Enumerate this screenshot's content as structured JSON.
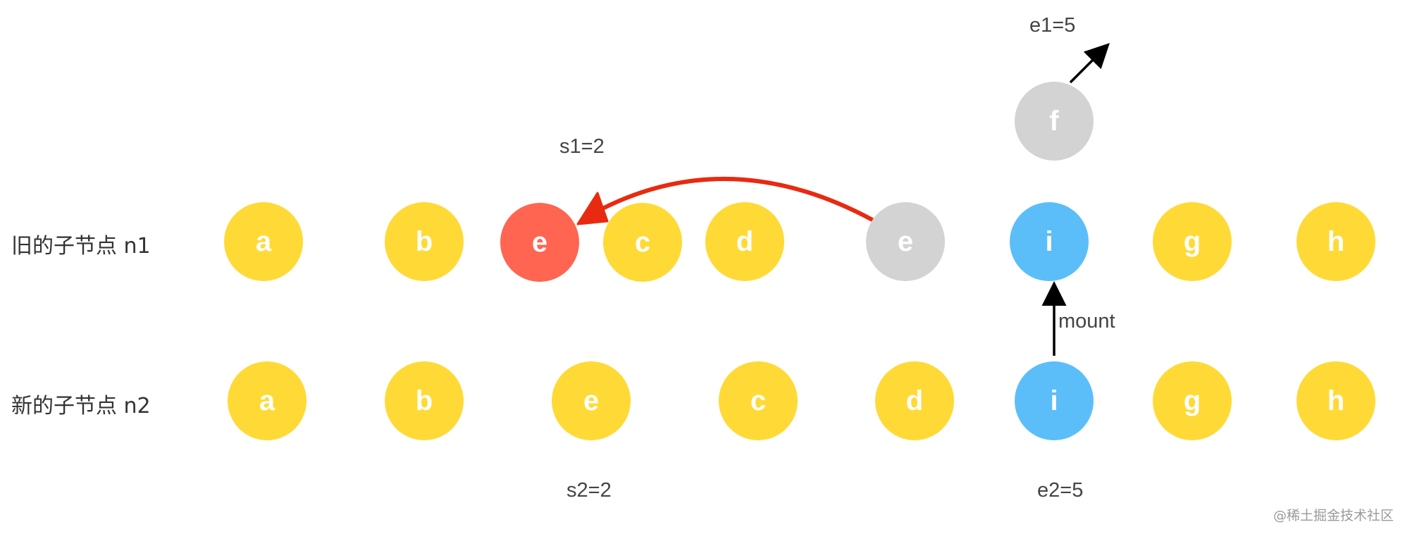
{
  "colors": {
    "yellow": "#FFDA36",
    "gray": "#D3D3D3",
    "blue": "#5BBEF9",
    "red": "#FF6551",
    "move_arrow": "#E82A10",
    "arrow": "#000000"
  },
  "rows": {
    "old": {
      "label": "旧的子节点 n1",
      "nodes": [
        {
          "letter": "a",
          "color": "yellow"
        },
        {
          "letter": "b",
          "color": "yellow"
        },
        {
          "letter": "e",
          "color": "red"
        },
        {
          "letter": "c",
          "color": "yellow"
        },
        {
          "letter": "d",
          "color": "yellow"
        },
        {
          "letter": "e",
          "color": "gray"
        },
        {
          "letter": "i",
          "color": "blue"
        },
        {
          "letter": "g",
          "color": "yellow"
        },
        {
          "letter": "h",
          "color": "yellow"
        }
      ]
    },
    "new": {
      "label": "新的子节点 n2",
      "nodes": [
        {
          "letter": "a",
          "color": "yellow"
        },
        {
          "letter": "b",
          "color": "yellow"
        },
        {
          "letter": "e",
          "color": "yellow"
        },
        {
          "letter": "c",
          "color": "yellow"
        },
        {
          "letter": "d",
          "color": "yellow"
        },
        {
          "letter": "i",
          "color": "blue"
        },
        {
          "letter": "g",
          "color": "yellow"
        },
        {
          "letter": "h",
          "color": "yellow"
        }
      ]
    }
  },
  "removed_node": {
    "letter": "f",
    "color": "gray"
  },
  "pointers": {
    "s1": "s1=2",
    "e1": "e1=5",
    "s2": "s2=2",
    "e2": "e2=5"
  },
  "mount_label": "mount",
  "watermark": "@稀土掘金技术社区"
}
